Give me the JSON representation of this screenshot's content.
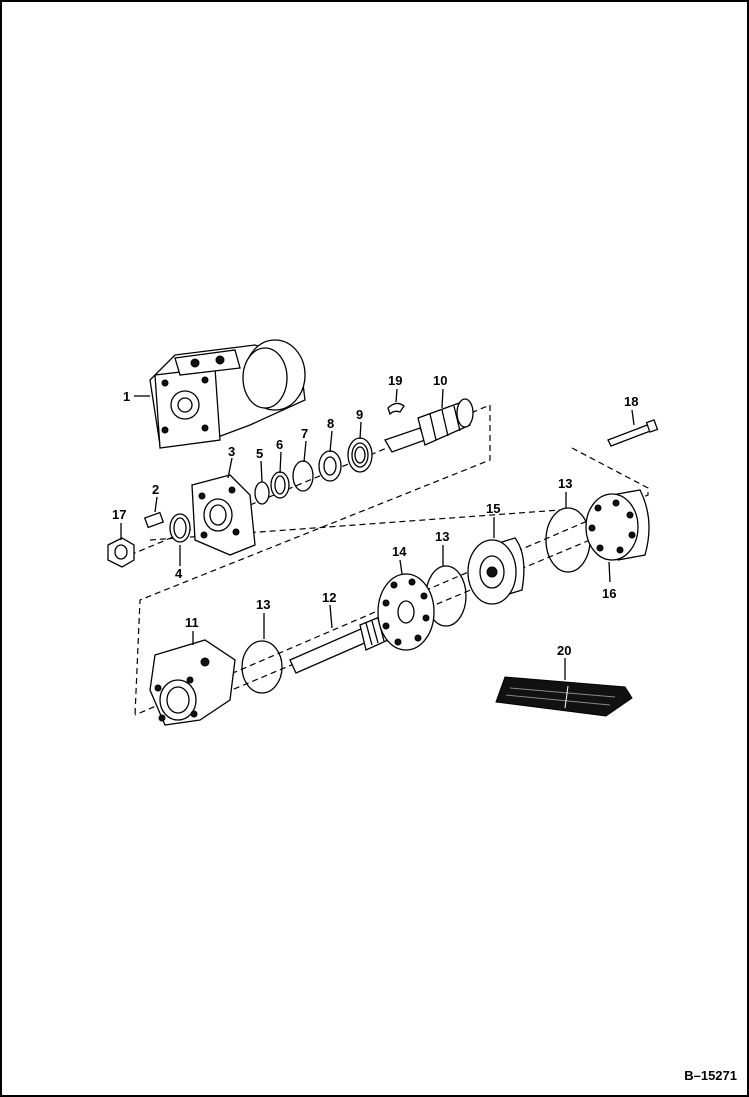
{
  "labels": {
    "p1": "1",
    "p2": "2",
    "p3": "3",
    "p4": "4",
    "p5": "5",
    "p6": "6",
    "p7": "7",
    "p8": "8",
    "p9": "9",
    "p10": "10",
    "p11": "11",
    "p12": "12",
    "p13a": "13",
    "p13b": "13",
    "p13c": "13",
    "p14": "14",
    "p15": "15",
    "p16": "16",
    "p17": "17",
    "p18": "18",
    "p19": "19",
    "p20": "20"
  },
  "reference": "B–15271"
}
